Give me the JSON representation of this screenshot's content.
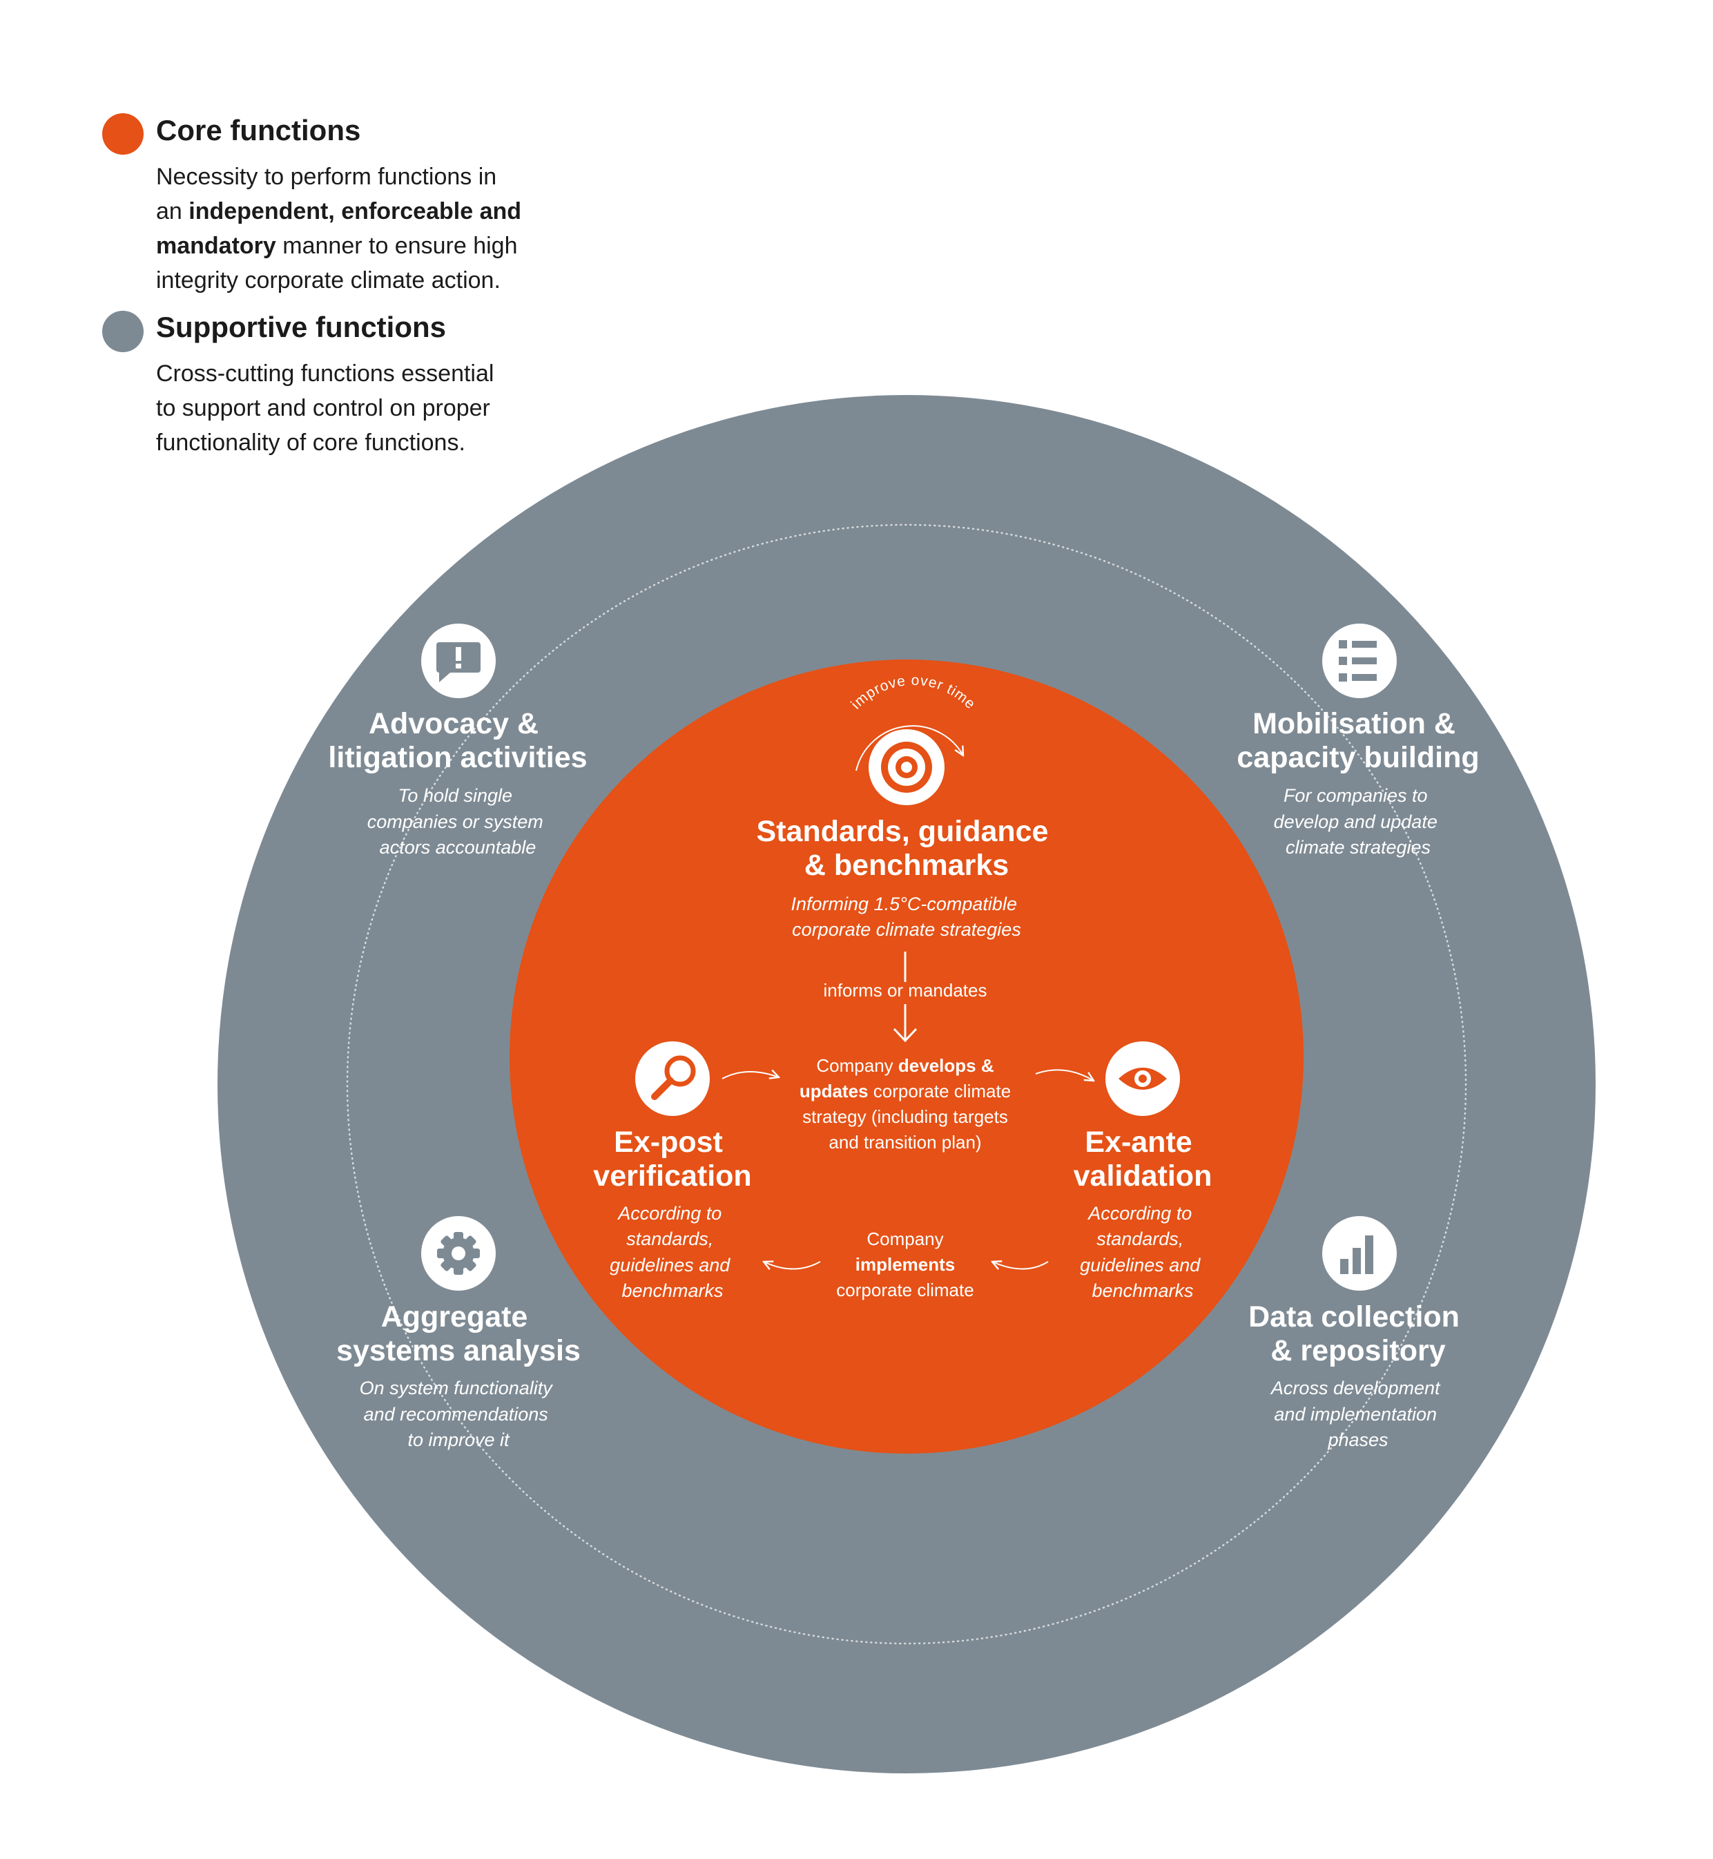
{
  "colors": {
    "core": "#E55116",
    "supportive": "#7E8A93",
    "text_dark": "#1b1b1b",
    "white": "#ffffff"
  },
  "legend": {
    "core": {
      "title": "Core functions",
      "desc_lines": [
        [
          {
            "t": "Necessity to perform functions in",
            "b": false
          }
        ],
        [
          {
            "t": "an ",
            "b": false
          },
          {
            "t": "independent, enforceable and",
            "b": true
          }
        ],
        [
          {
            "t": "mandatory",
            "b": true
          },
          {
            "t": " manner to ensure high",
            "b": false
          }
        ],
        [
          {
            "t": "integrity corporate climate action.",
            "b": false
          }
        ]
      ]
    },
    "supportive": {
      "title": "Supportive functions",
      "desc_lines": [
        [
          {
            "t": "Cross-cutting functions essential",
            "b": false
          }
        ],
        [
          {
            "t": "to support and control on proper",
            "b": false
          }
        ],
        [
          {
            "t": "functionality of core functions.",
            "b": false
          }
        ]
      ]
    }
  },
  "supportive_nodes": [
    {
      "key": "advocacy",
      "icon": "exclamation-speech-bubble-icon",
      "title_lines": [
        "Advocacy &",
        "litigation activities"
      ],
      "desc_lines": [
        "To hold single",
        "companies or system",
        "actors accountable"
      ]
    },
    {
      "key": "mobilisation",
      "icon": "list-icon",
      "title_lines": [
        "Mobilisation &",
        "capacity building"
      ],
      "desc_lines": [
        "For companies to",
        "develop and update",
        "climate strategies"
      ]
    },
    {
      "key": "aggregate",
      "icon": "gear-icon",
      "title_lines": [
        "Aggregate",
        "systems analysis"
      ],
      "desc_lines": [
        "On system functionality",
        "and recommendations",
        "to improve it"
      ]
    },
    {
      "key": "data",
      "icon": "bar-chart-icon",
      "title_lines": [
        "Data collection",
        "& repository"
      ],
      "desc_lines": [
        "Across development",
        "and implementation",
        "phases"
      ]
    }
  ],
  "core_nodes": {
    "standards": {
      "icon": "target-icon",
      "cycle_label": "improve over time",
      "title_lines": [
        "Standards, guidance",
        "& benchmarks"
      ],
      "desc_lines": [
        "Informing 1.5°C-compatible",
        "corporate climate strategies"
      ]
    },
    "ex_post": {
      "icon": "magnifier-icon",
      "title_lines": [
        "Ex-post",
        "verification"
      ],
      "desc_lines": [
        "According to",
        "standards,",
        "guidelines and",
        "benchmarks"
      ]
    },
    "ex_ante": {
      "icon": "eye-icon",
      "title_lines": [
        "Ex-ante",
        "validation"
      ],
      "desc_lines": [
        "According to",
        "standards,",
        "guidelines and",
        "benchmarks"
      ]
    }
  },
  "flow": {
    "informs_label": "informs or mandates",
    "develops_lines": [
      [
        {
          "t": "Company ",
          "b": false
        },
        {
          "t": "develops &",
          "b": true
        }
      ],
      [
        {
          "t": "updates",
          "b": true
        },
        {
          "t": " corporate climate",
          "b": false
        }
      ],
      [
        {
          "t": "strategy (including targets",
          "b": false
        }
      ],
      [
        {
          "t": "and transition plan)",
          "b": false
        }
      ]
    ],
    "implements_lines": [
      [
        {
          "t": "Company",
          "b": false
        }
      ],
      [
        {
          "t": "implements",
          "b": true
        }
      ],
      [
        {
          "t": "corporate climate",
          "b": false
        }
      ]
    ]
  }
}
